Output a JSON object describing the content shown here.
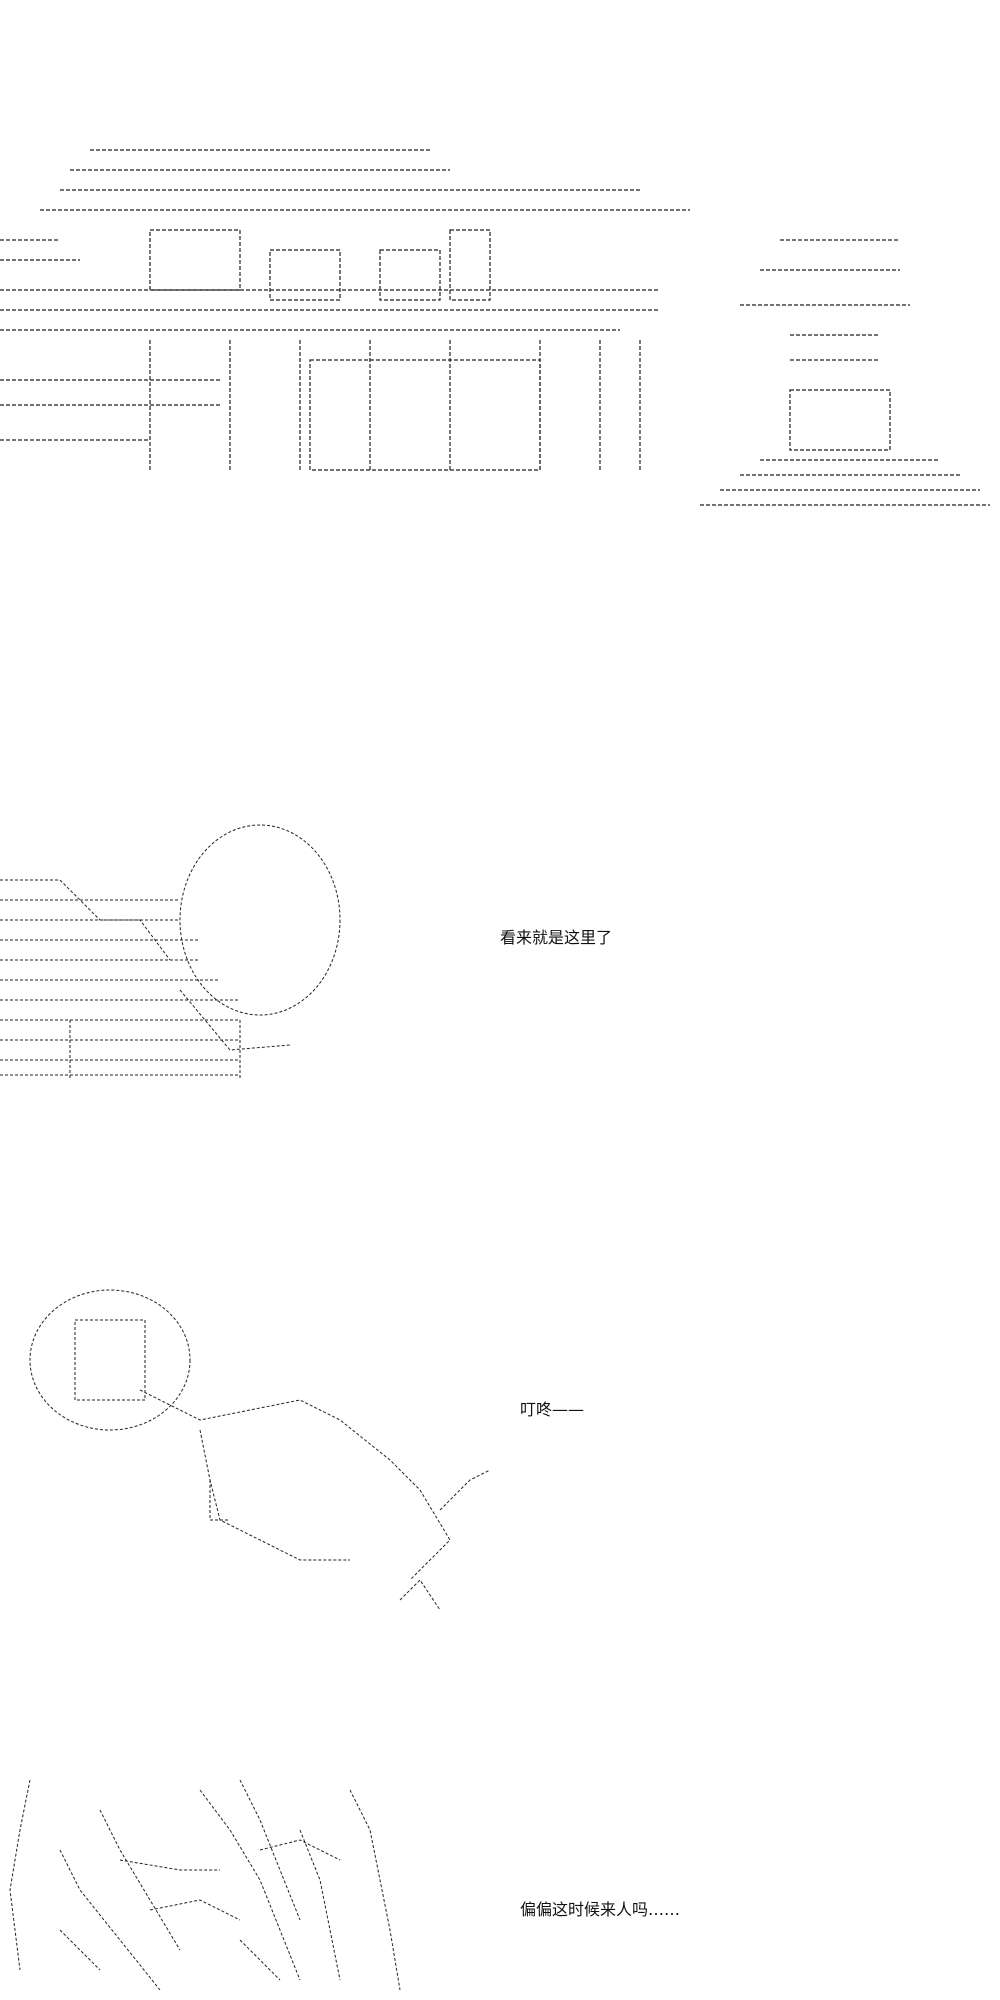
{
  "captions": {
    "panel_2": "看来就是这里了",
    "panel_3": "叮咚——",
    "panel_4": "偏偏这时候来人吗……"
  },
  "colors": {
    "background": "#ffffff",
    "ink": "#111111"
  }
}
